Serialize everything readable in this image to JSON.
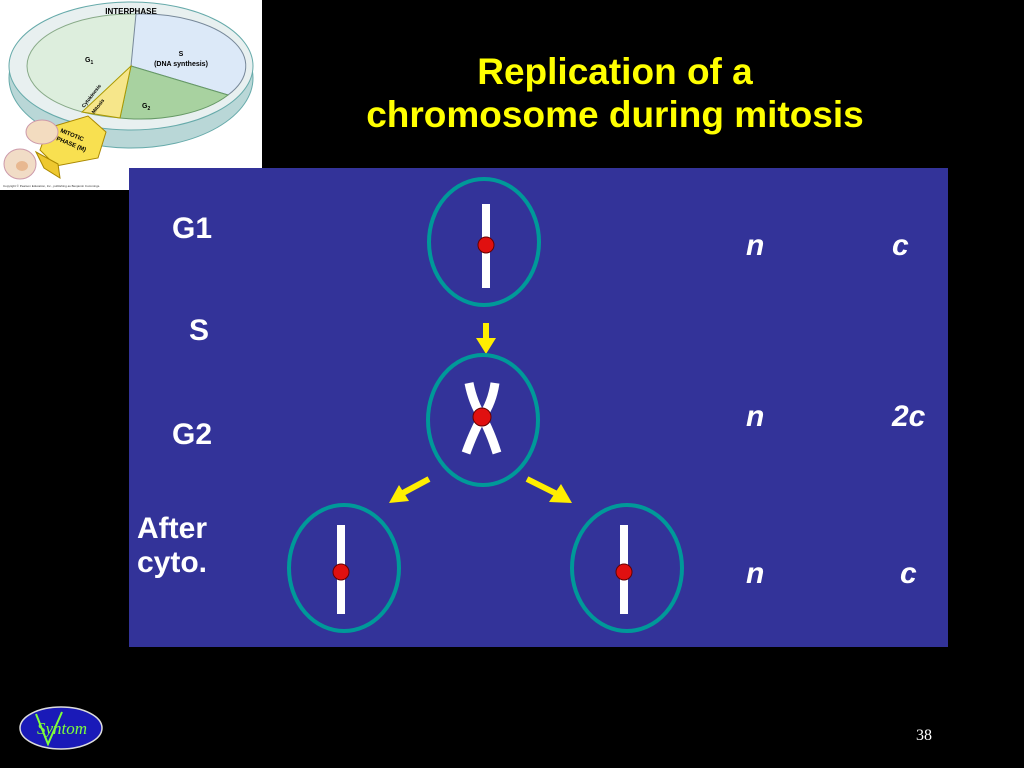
{
  "title": {
    "line1": "Replication of a",
    "line2": "chromosome during mitosis"
  },
  "cell_cycle": {
    "interphase": "INTERPHASE",
    "g1": "G",
    "g1_sub": "1",
    "s": "S",
    "s_desc": "(DNA synthesis)",
    "g2": "G",
    "g2_sub": "2",
    "cytokinesis": "Cytokinesis",
    "mitosis": "Mitosis",
    "mitotic_line1": "MITOTIC",
    "mitotic_line2": "PHASE (M)",
    "copyright": "Copyright © Pearson Education, Inc., publishing as Benjamin Cummings."
  },
  "stages": {
    "g1": "G1",
    "s": "S",
    "g2": "G2",
    "after_line1": "After",
    "after_line2": "cyto."
  },
  "ploidy": {
    "g1_n": "n",
    "g1_c": "c",
    "g2_n": "n",
    "g2_c": "2c",
    "after_n": "n",
    "after_c": "c"
  },
  "logo": {
    "text": "Syntom"
  },
  "page_number": "38",
  "colors": {
    "background": "#000000",
    "panel": "#333399",
    "title": "#ffff00",
    "nucleus_ring": "#009999",
    "centromere": "#e01010",
    "arrow": "#ffee00"
  }
}
